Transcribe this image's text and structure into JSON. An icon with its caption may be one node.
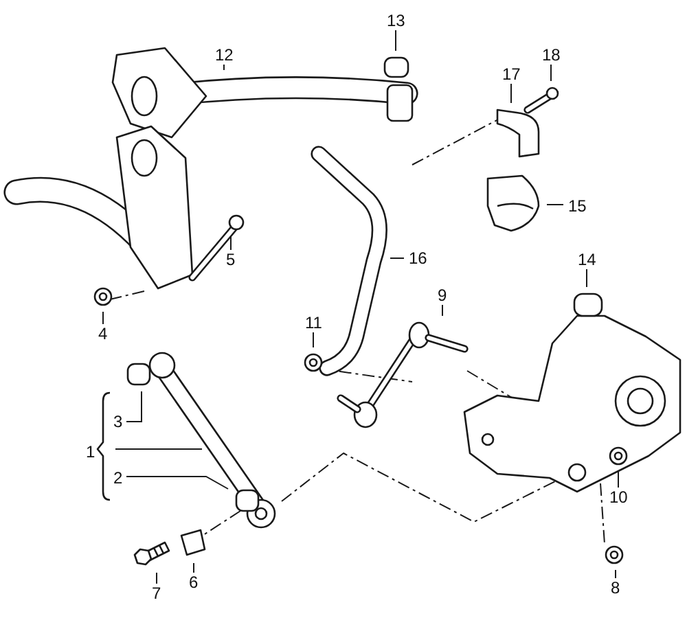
{
  "diagram": {
    "nodes": [
      {
        "text": [
          "13"
        ]
      },
      {
        "text": [
          "12"
        ]
      },
      {
        "text": [
          "18"
        ]
      },
      {
        "text": [
          "17"
        ]
      },
      {
        "text": [
          "15"
        ]
      },
      {
        "text": [
          "14"
        ]
      },
      {
        "text": [
          "16"
        ]
      },
      {
        "text": [
          "5"
        ]
      },
      {
        "text": [
          "9"
        ]
      },
      {
        "text": [
          "11"
        ]
      },
      {
        "text": [
          "4"
        ]
      },
      {
        "text": [
          "3"
        ]
      },
      {
        "text": [
          "1"
        ]
      },
      {
        "text": [
          "2"
        ]
      },
      {
        "text": [
          "10"
        ]
      },
      {
        "text": [
          "7"
        ]
      },
      {
        "text": [
          "6"
        ]
      },
      {
        "text": [
          "8"
        ]
      }
    ],
    "edges": [
      {
        "from": 0,
        "to": null,
        "arrow": "none"
      },
      {
        "from": 1,
        "to": null,
        "arrow": "none"
      },
      {
        "from": 2,
        "to": null,
        "arrow": "none"
      },
      {
        "from": 3,
        "to": null,
        "arrow": "none"
      },
      {
        "from": 4,
        "to": null,
        "arrow": "none"
      },
      {
        "from": 5,
        "to": null,
        "arrow": "none"
      },
      {
        "from": 6,
        "to": null,
        "arrow": "none"
      },
      {
        "from": 7,
        "to": null,
        "arrow": "none"
      },
      {
        "from": 8,
        "to": null,
        "arrow": "none"
      },
      {
        "from": 9,
        "to": null,
        "arrow": "none"
      },
      {
        "from": 10,
        "to": null,
        "arrow": "none"
      },
      {
        "from": 11,
        "to": null,
        "arrow": "none"
      },
      {
        "from": 12,
        "to": null,
        "arrow": "none"
      },
      {
        "from": 13,
        "to": null,
        "arrow": "none"
      },
      {
        "from": 14,
        "to": null,
        "arrow": "none"
      },
      {
        "from": 15,
        "to": null,
        "arrow": "none"
      },
      {
        "from": 16,
        "to": null,
        "arrow": "none"
      },
      {
        "from": 17,
        "to": null,
        "arrow": "none"
      }
    ]
  }
}
